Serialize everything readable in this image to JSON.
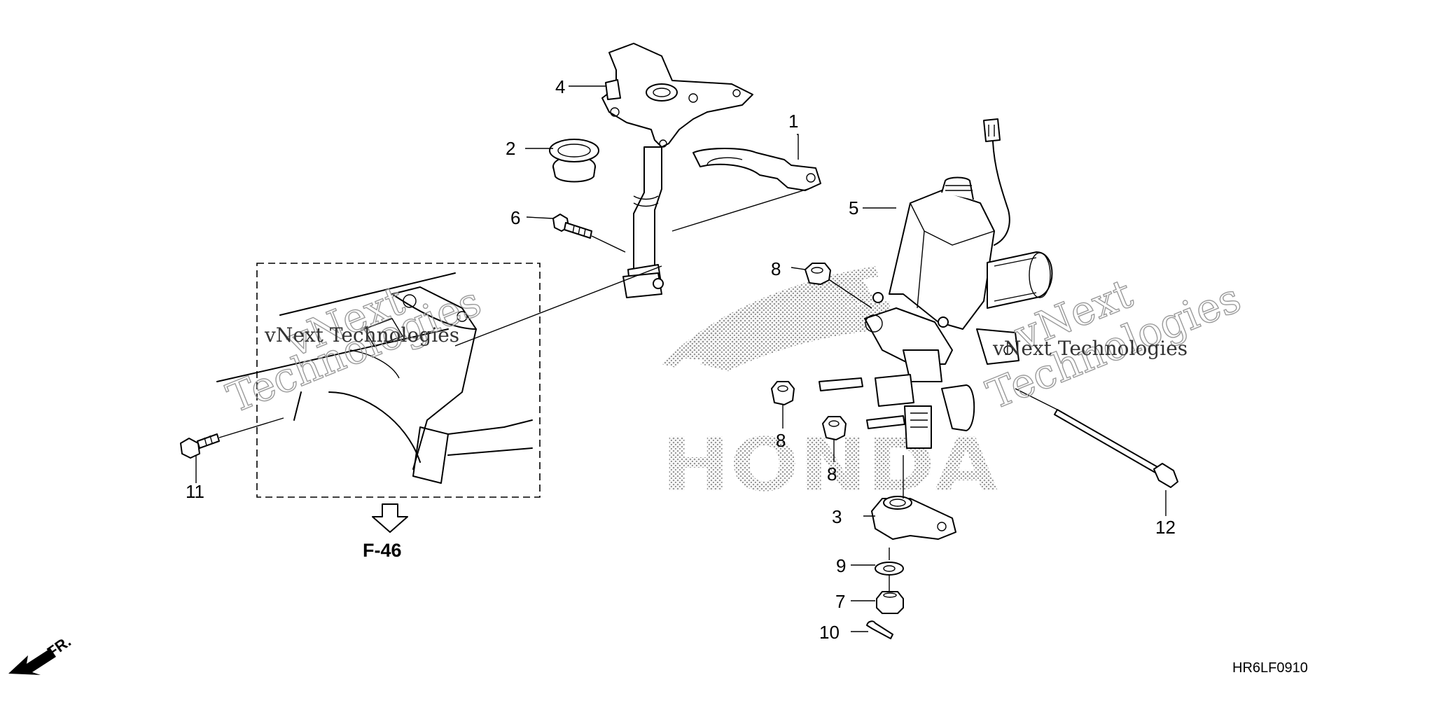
{
  "diagram": {
    "callouts": {
      "c1": "1",
      "c2": "2",
      "c3": "3",
      "c4": "4",
      "c5": "5",
      "c6": "6",
      "c7": "7",
      "c8a": "8",
      "c8b": "8",
      "c8c": "8",
      "c9": "9",
      "c10": "10",
      "c11": "11",
      "c12": "12"
    },
    "reference_label": "F-46",
    "drawing_code": "HR6LF0910",
    "front_label": "FR.",
    "brand_logo_text": "HONDA",
    "watermarks": {
      "line1": "vNext",
      "line2": "Technologies",
      "inline": "vNext Technologies"
    }
  }
}
